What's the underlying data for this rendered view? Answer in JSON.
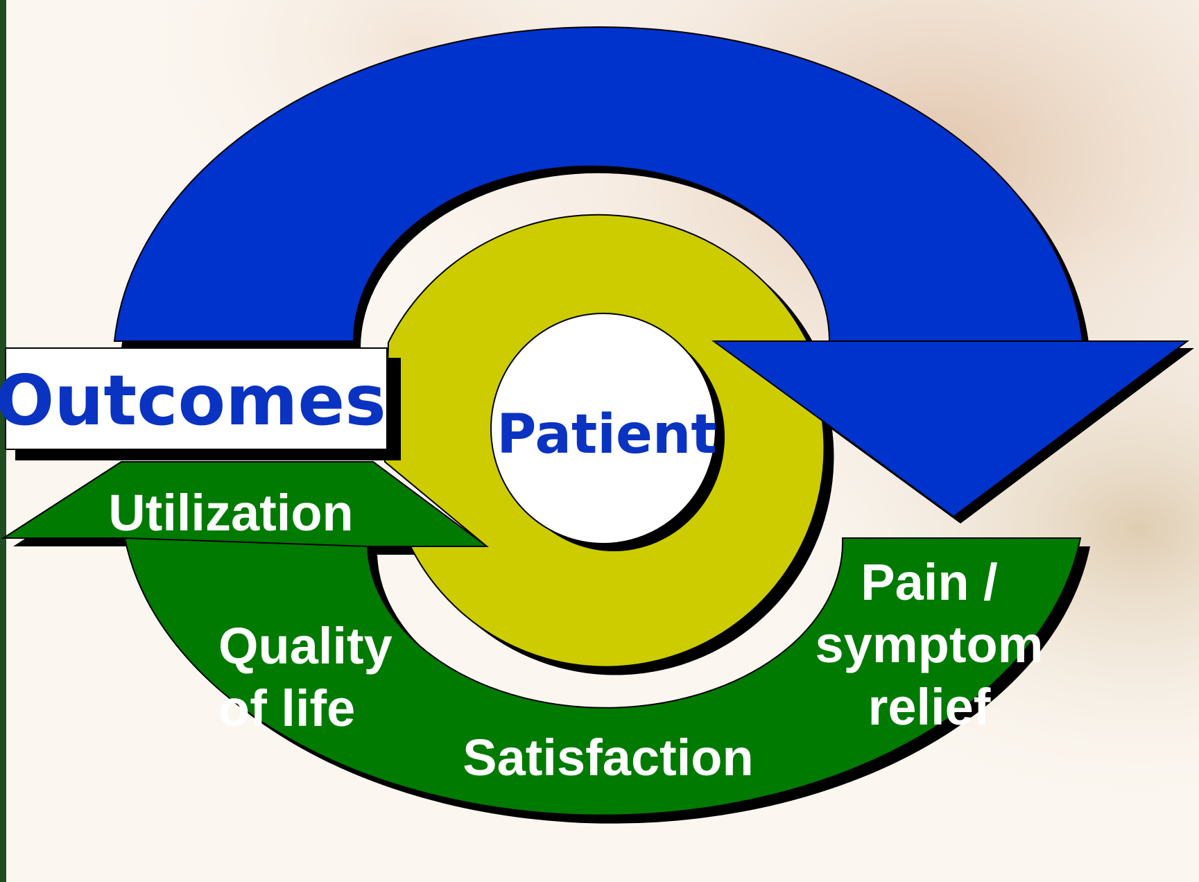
{
  "diagram": {
    "title": "Outcomes",
    "center_label": "Patient",
    "outcome_labels": {
      "utilization": "Utilization",
      "quality_line1": "Quality",
      "quality_line2": "of life",
      "satisfaction": "Satisfaction",
      "pain_line1": "Pain /",
      "pain_line2": "symptom",
      "pain_line3": "relief"
    }
  },
  "colors": {
    "blue_arrow": "#0033cc",
    "green_arrow": "#007a00",
    "yellow_ring": "#cccc00",
    "title_text": "#0a33c2",
    "left_edge_bar": "#1f4d1f",
    "shadow": "#000000"
  }
}
